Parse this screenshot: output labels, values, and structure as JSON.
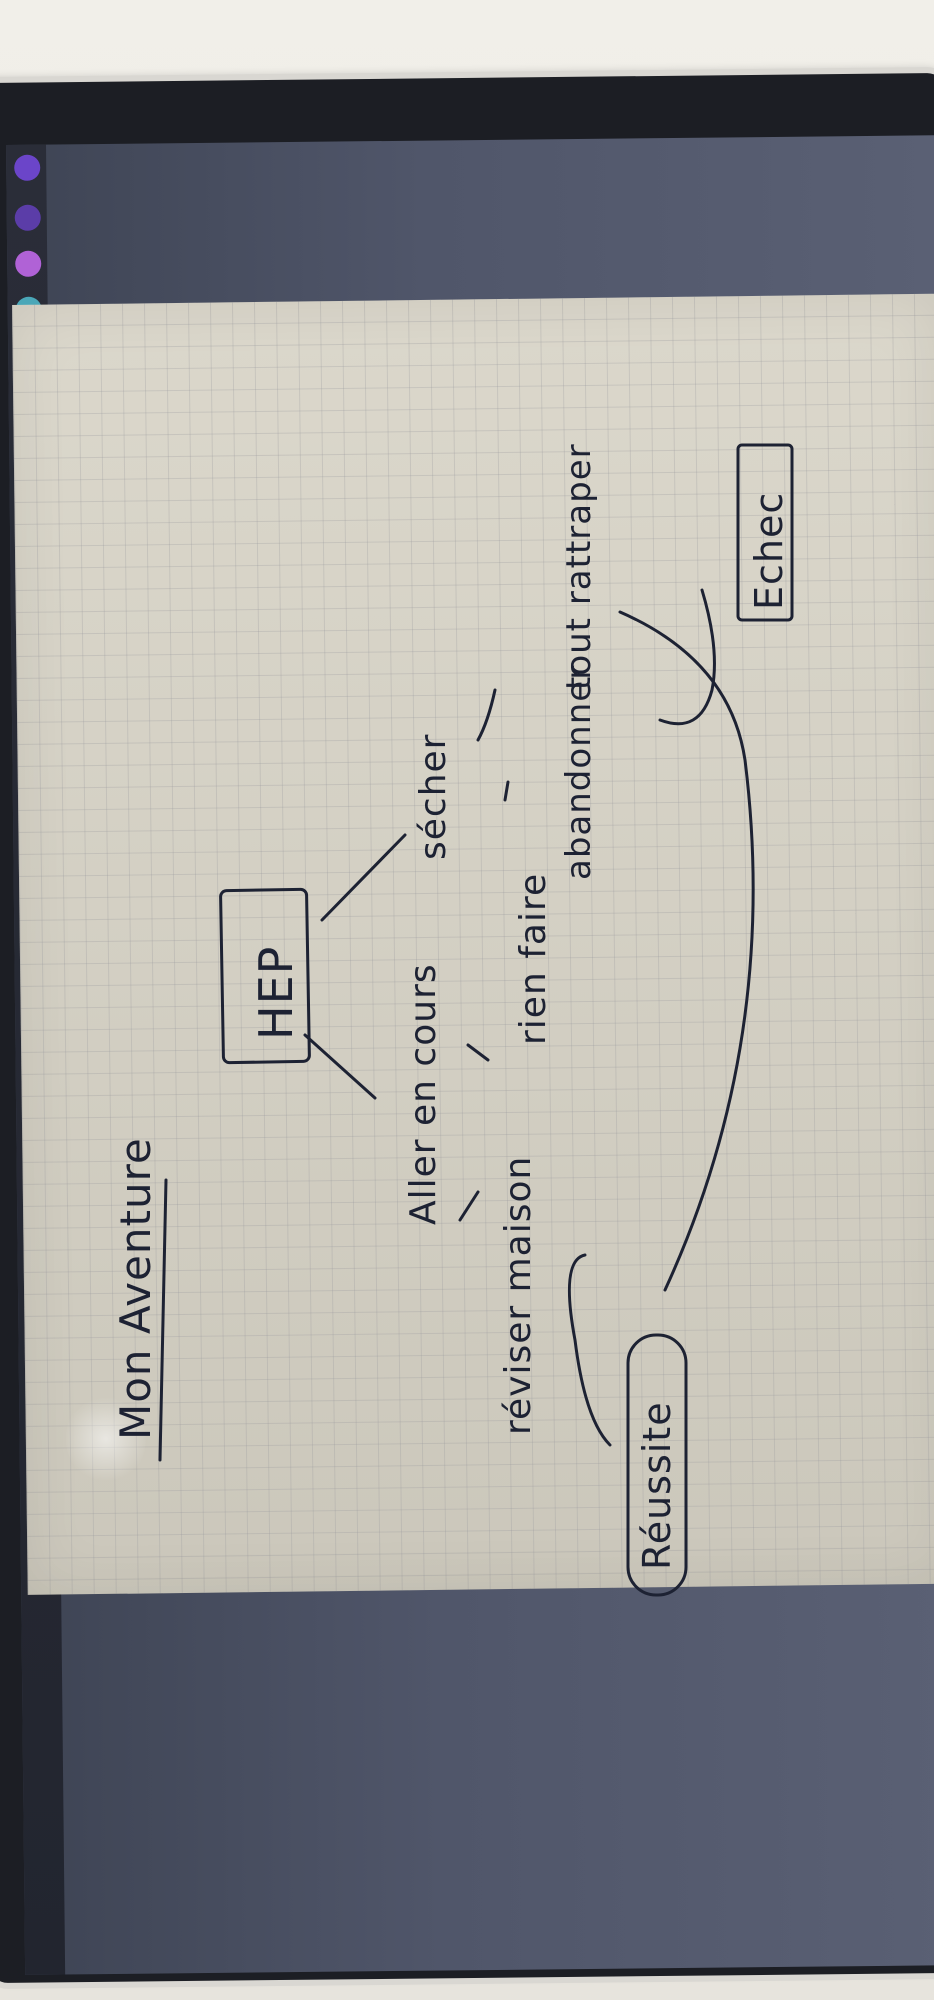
{
  "app": {
    "palette_colors": [
      "#6b45c9",
      "#5b3da8",
      "#b062d6",
      "#4aa7b8",
      "#3aa0c0",
      "#4a73d8",
      "#3c67d2",
      "#2f5bcf",
      "#e0305e",
      "#3fa7c9",
      "#5b47c8",
      "#e8262e"
    ],
    "selected_color_index": 7,
    "tools": [
      "redo-icon",
      "undo-icon",
      "add-icon",
      "image-icon",
      "export-icon"
    ]
  },
  "note": {
    "title": "Mon Aventure",
    "start": "HEP",
    "branch_left": "Aller en cours",
    "branch_right": "sécher",
    "left_a": "réviser maison",
    "left_b": "rien faire",
    "right_a": "abandonner",
    "right_b": "tout rattraper",
    "outcome_success": "Réussite",
    "outcome_fail": "Echec"
  }
}
